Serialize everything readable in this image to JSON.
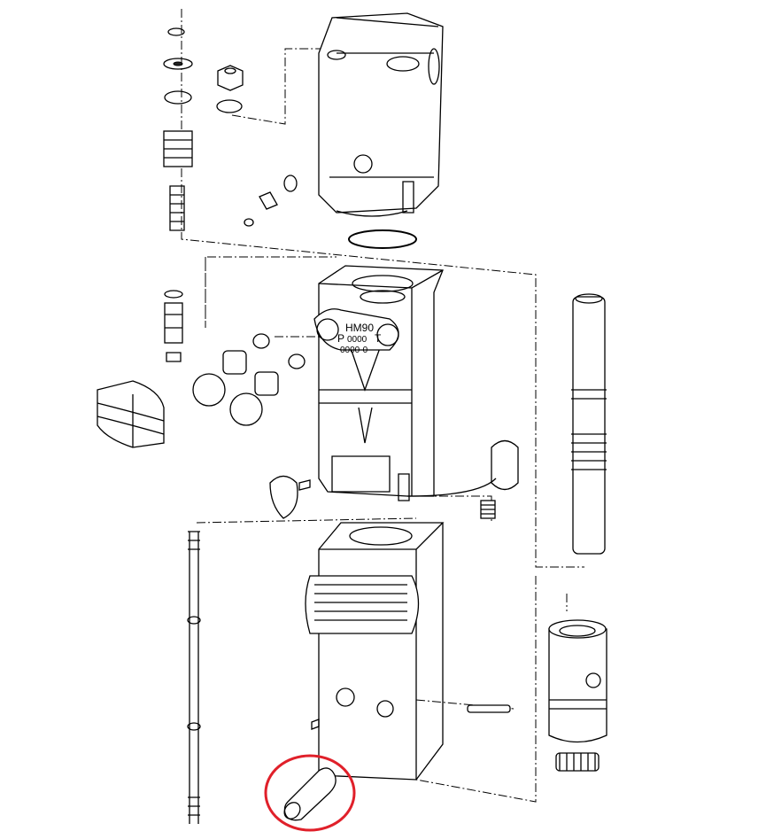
{
  "diagram": {
    "type": "exploded-parts-drawing",
    "body_marking": {
      "model": "HM90",
      "prefix": "P",
      "code": "0000",
      "suffix": "T",
      "serial": "0000-0"
    },
    "highlight_color": "#e0202a"
  }
}
